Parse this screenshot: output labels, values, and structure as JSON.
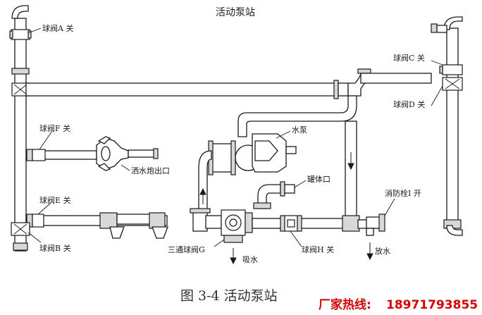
{
  "title": "活动泵站",
  "labels": {
    "valve_a": "球阀A 关",
    "valve_b": "球阀B 关",
    "valve_c": "球阀C 关",
    "valve_d": "球阀D 关",
    "valve_e": "球阀E 关",
    "valve_f": "球阀F 关",
    "valve_g": "三通球阀G",
    "valve_h": "球阀H 关",
    "hydrant_i": "消防栓I 开",
    "pump": "水泵",
    "cannon_outlet": "洒水炮出口",
    "tank_port": "罐体口",
    "suction": "吸水",
    "discharge": "放水"
  },
  "caption": "图 3-4 活动泵站",
  "hotline": {
    "label": "厂家热线:",
    "number": "18971793855",
    "color": "#d40000"
  }
}
